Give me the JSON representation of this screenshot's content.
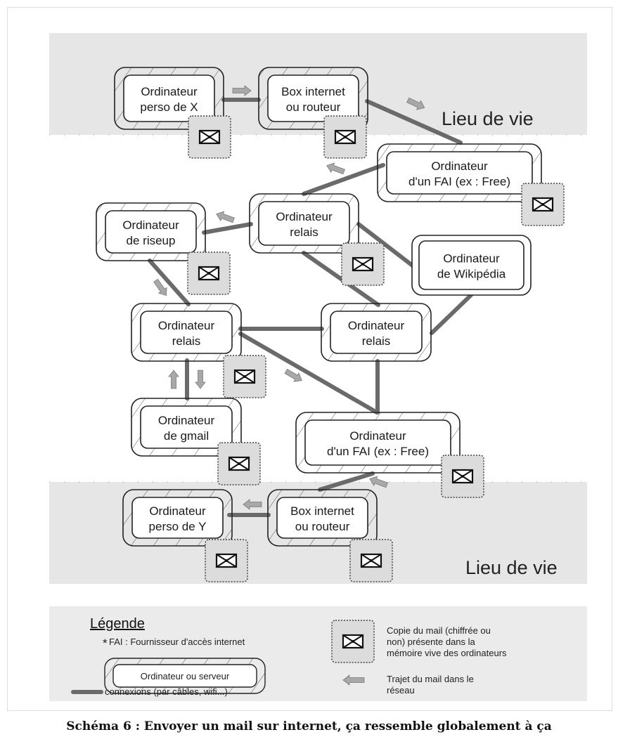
{
  "zones": {
    "top_label": "Lieu de vie",
    "bottom_label": "Lieu de vie"
  },
  "nodes": {
    "pc_x": [
      "Ordinateur",
      "perso de X"
    ],
    "box_top": [
      "Box internet",
      "ou routeur"
    ],
    "fai_top": [
      "Ordinateur",
      "d'un FAI (ex : Free)"
    ],
    "riseup": [
      "Ordinateur",
      "de riseup"
    ],
    "relais_1": [
      "Ordinateur",
      "relais"
    ],
    "wikipedia": [
      "Ordinateur",
      "de Wikipédia"
    ],
    "relais_2": [
      "Ordinateur",
      "relais"
    ],
    "relais_3": [
      "Ordinateur",
      "relais"
    ],
    "gmail": [
      "Ordinateur",
      "de gmail"
    ],
    "fai_bottom": [
      "Ordinateur",
      "d'un FAI (ex : Free)"
    ],
    "pc_y": [
      "Ordinateur",
      "perso de Y"
    ],
    "box_bottom": [
      "Box internet",
      "ou routeur"
    ]
  },
  "legend": {
    "title": "Légende",
    "footnote_mark": "*",
    "footnote": "FAI : Fournisseur d'accès internet",
    "node_label": "Ordinateur ou serveur",
    "connection_label": "connexions (par câbles, wifi...)",
    "mail_copy_lines": [
      "Copie du mail (chiffrée ou",
      "non) présente dans la",
      "mémoire vive des ordinateurs"
    ],
    "path_lines": [
      "Trajet du mail dans le",
      "réseau"
    ]
  },
  "caption": "Schéma 6 : Envoyer un mail sur internet, ça ressemble globalement à ça",
  "colors": {
    "zone": "#e6e6e6",
    "connection": "#6a6a6a",
    "arrow": "#a8a8a8",
    "envelope_bg": "#dcdcdc",
    "text": "#1a1a1a"
  }
}
